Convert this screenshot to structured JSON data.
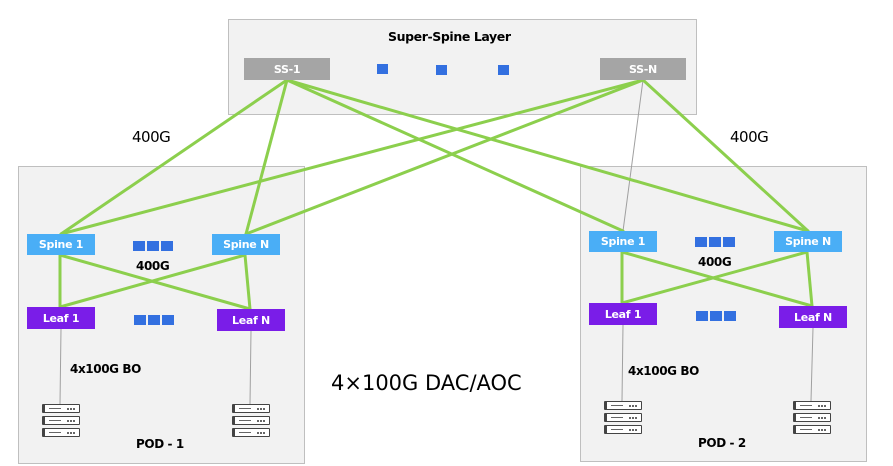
{
  "super_spine": {
    "title": "Super-Spine Layer",
    "nodes": [
      {
        "id": "ss1",
        "label": "SS-1"
      },
      {
        "id": "ssn",
        "label": "SS-N"
      }
    ],
    "ellipsis_count": 3
  },
  "uplink_labels": {
    "left": "400G",
    "right": "400G"
  },
  "pods": [
    {
      "name": "POD - 1",
      "spines": [
        {
          "label": "Spine 1"
        },
        {
          "label": "Spine N"
        }
      ],
      "leaves": [
        {
          "label": "Leaf 1"
        },
        {
          "label": "Leaf N"
        }
      ],
      "spine_leaf_speed": "400G",
      "server_link_label": "4x100G BO"
    },
    {
      "name": "POD - 2",
      "spines": [
        {
          "label": "Spine 1"
        },
        {
          "label": "Spine N"
        }
      ],
      "leaves": [
        {
          "label": "Leaf 1"
        },
        {
          "label": "Leaf N"
        }
      ],
      "spine_leaf_speed": "400G",
      "server_link_label": "4x100G BO"
    }
  ],
  "center_caption": "4×100G DAC/AOC",
  "colors": {
    "link_green": "#8ccf4d",
    "thin_link_gray": "#a0a0a0",
    "super_spine_node": "#a5a5a5",
    "spine_node": "#4aaef6",
    "leaf_node": "#7a1de8",
    "ellipsis_blue": "#3370e0",
    "panel_bg": "#f2f2f2",
    "panel_border": "#bfbfbf"
  },
  "links": {
    "green": [
      [
        "ss1",
        "pod1-spine1"
      ],
      [
        "ss1",
        "pod1-spineN"
      ],
      [
        "ss1",
        "pod2-spine1"
      ],
      [
        "ss1",
        "pod2-spineN"
      ],
      [
        "ssn",
        "pod1-spine1"
      ],
      [
        "ssn",
        "pod1-spineN"
      ],
      [
        "ssn",
        "pod2-spineN"
      ],
      [
        "pod1-spine1",
        "pod1-leaf1"
      ],
      [
        "pod1-spine1",
        "pod1-leafN"
      ],
      [
        "pod1-spineN",
        "pod1-leaf1"
      ],
      [
        "pod1-spineN",
        "pod1-leafN"
      ],
      [
        "pod2-spine1",
        "pod2-leaf1"
      ],
      [
        "pod2-spine1",
        "pod2-leafN"
      ],
      [
        "pod2-spineN",
        "pod2-leaf1"
      ],
      [
        "pod2-spineN",
        "pod2-leafN"
      ]
    ],
    "thin": [
      [
        "ssn",
        "pod2-spine1"
      ],
      [
        "pod1-leaf1",
        "pod1-server1"
      ],
      [
        "pod1-leafN",
        "pod1-serverN"
      ],
      [
        "pod2-leaf1",
        "pod2-server1"
      ],
      [
        "pod2-leafN",
        "pod2-serverN"
      ]
    ]
  }
}
